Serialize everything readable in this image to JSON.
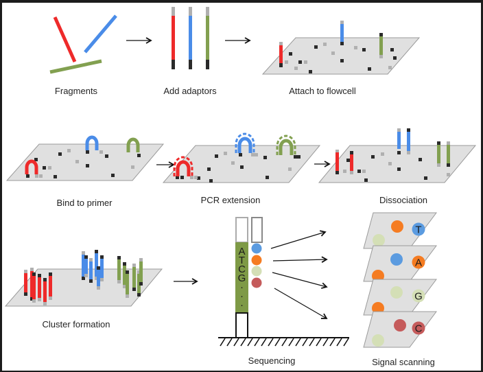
{
  "title": "Illumina sequencing workflow",
  "colors": {
    "red": "#ee2a2a",
    "blue": "#4a8ce8",
    "green": "#82a050",
    "adaptor_dark": "#2a2a2a",
    "adaptor_light": "#b0b0b0",
    "flowcell": "#e0e0e0",
    "flowcell_edge": "#9a9a9a",
    "dot_blue": "#5b9be0",
    "dot_orange": "#f57c22",
    "dot_lightgreen": "#d4dfb6",
    "dot_red": "#c55b5b",
    "strand_green": "#7e9a46"
  },
  "steps": [
    {
      "id": "fragments",
      "label": "Fragments"
    },
    {
      "id": "add-adaptors",
      "label": "Add adaptors"
    },
    {
      "id": "attach",
      "label": "Attach to flowcell"
    },
    {
      "id": "bind",
      "label": "Bind to primer"
    },
    {
      "id": "pcr",
      "label": "PCR extension"
    },
    {
      "id": "dissociation",
      "label": "Dissociation"
    },
    {
      "id": "cluster",
      "label": "Cluster formation"
    },
    {
      "id": "sequencing",
      "label": "Sequencing"
    },
    {
      "id": "scanning",
      "label": "Signal scanning"
    }
  ],
  "sequence_bases": [
    "A",
    "T",
    "C",
    "G",
    "·",
    "·",
    "·"
  ],
  "scan_layers": [
    {
      "base": "T",
      "base_color": "dot_blue"
    },
    {
      "base": "A",
      "base_color": "dot_orange"
    },
    {
      "base": "G",
      "base_color": "dot_lightgreen"
    },
    {
      "base": "C",
      "base_color": "dot_red"
    }
  ]
}
